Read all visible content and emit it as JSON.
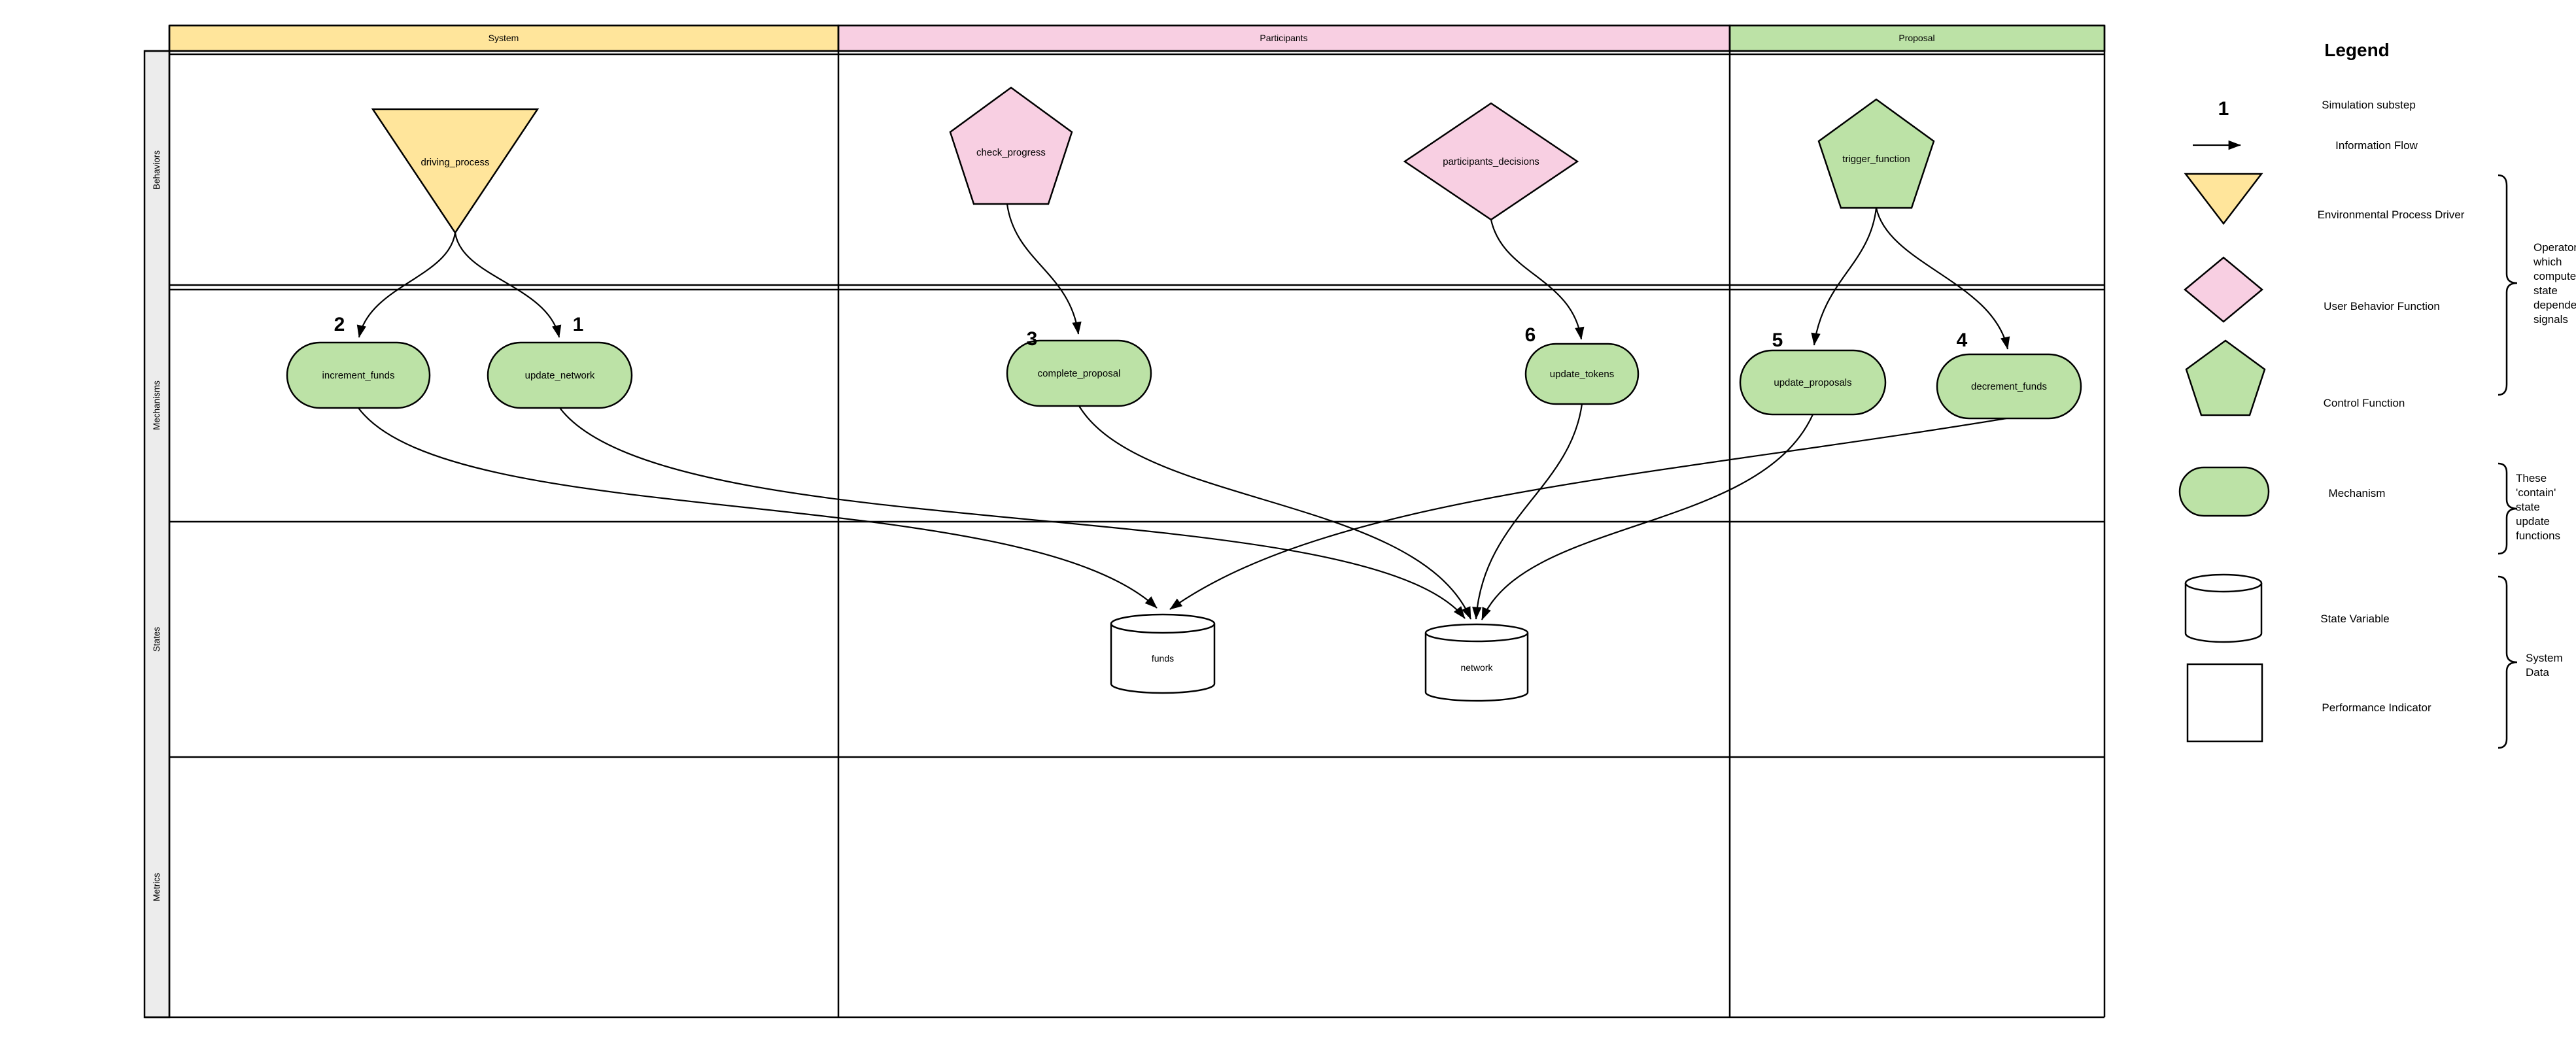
{
  "colors": {
    "yellow": "#FFE59B",
    "pink": "#F8CFE2",
    "green": "#BCE2A6",
    "row_label_bg": "#ECECEC",
    "line": "#000000"
  },
  "header": {
    "columns": [
      {
        "label": "System",
        "color": "#FFE59B"
      },
      {
        "label": "Participants",
        "color": "#F8CFE2"
      },
      {
        "label": "Proposal",
        "color": "#BCE2A6"
      }
    ]
  },
  "rows": {
    "labels": [
      "Behaviors",
      "Mechanisms",
      "States",
      "Metrics"
    ]
  },
  "nodes": {
    "behaviors": {
      "driving_process": {
        "label": "driving_process"
      },
      "check_progress": {
        "label": "check_progress"
      },
      "participants_decisions": {
        "label": "participants_decisions"
      },
      "trigger_function": {
        "label": "trigger_function"
      }
    },
    "mechanisms": {
      "increment_funds": {
        "label": "increment_funds"
      },
      "update_network": {
        "label": "update_network"
      },
      "complete_proposal": {
        "label": "complete_proposal"
      },
      "update_tokens": {
        "label": "update_tokens"
      },
      "update_proposals": {
        "label": "update_proposals"
      },
      "decrement_funds": {
        "label": "decrement_funds"
      }
    },
    "states": {
      "funds": {
        "label": "funds"
      },
      "network": {
        "label": "network"
      }
    }
  },
  "substeps": {
    "increment_funds": "2",
    "update_network": "1",
    "complete_proposal": "3",
    "update_tokens": "6",
    "update_proposals": "5",
    "decrement_funds": "4"
  },
  "legend": {
    "title": "Legend",
    "substep_symbol": "1",
    "items": {
      "simulation_substep": "Simulation substep",
      "information_flow": "Information Flow",
      "environmental_process_driver": "Environmental Process Driver",
      "user_behavior_function": "User Behavior Function",
      "control_function": "Control Function",
      "mechanism": "Mechanism",
      "state_variable": "State Variable",
      "performance_indicator": "Performance Indicator"
    },
    "annotations": {
      "operators": {
        "lines": [
          "Operators",
          "which",
          "compute",
          "state",
          "dependent",
          "signals"
        ]
      },
      "contain": {
        "lines": [
          "These",
          "'contain'",
          "state",
          "update",
          "functions"
        ]
      },
      "system_data": {
        "lines": [
          "System",
          "Data"
        ]
      }
    }
  }
}
